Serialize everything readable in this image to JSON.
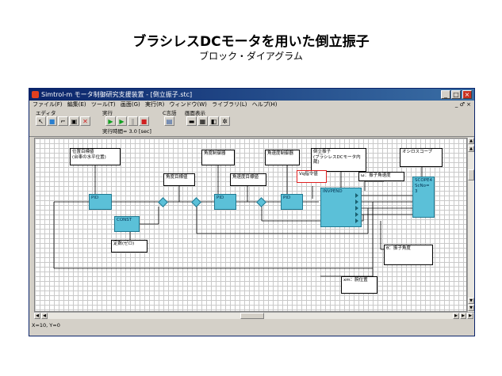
{
  "slide": {
    "title": "ブラシレスDCモータを用いた倒立振子",
    "subtitle": "ブロック・ダイアグラム"
  },
  "window": {
    "title": "Simtrol-m モータ制御研究支援装置 - [倒立振子.stc]",
    "menu": [
      "ファイル(F)",
      "編集(E)",
      "ツール(T)",
      "画面(G)",
      "実行(R)",
      "ウィンドウ(W)",
      "ライブラリ(L)",
      "ヘルプ(H)"
    ],
    "mdi_controls": "_ ♂ ×",
    "toolbar": {
      "group_edit": "エディタ",
      "group_run": "実行",
      "group_lang": "C言語",
      "group_view": "画面表示",
      "run_time": "実行時間= 3.0 [sec]"
    },
    "status": "X=10, Y=0"
  },
  "diagram": {
    "notes": {
      "pos_target": "位置目標値\n(台車の水平位置)",
      "angle_ctrl": "角度制御器",
      "angvel_ctrl": "角速度制御器",
      "inverted_pend": "倒立振子\n(ブラシレスDCモータ内蔵)",
      "oscilloscope": "オシロスコープ",
      "angle_target": "角度目標値",
      "angvel_target": "角速度目標値",
      "vq_cmd": "Vq指令値",
      "omega_label": "ω：振子角速度",
      "constant": "定数(ゼロ)",
      "theta_label": "θ：振子角度",
      "xm_label": "xm：腕位置"
    },
    "blocks": {
      "pid1": "PID",
      "pid2": "PID",
      "pid3": "PID",
      "const": "CONST",
      "invpend": "INVPEND",
      "scope": "SCOPE4",
      "scope_no": "ScNo= 3"
    }
  },
  "colors": {
    "block_fill": "#5bc0d8",
    "titlebar": "#0a246a",
    "highlight": "#e02020"
  }
}
